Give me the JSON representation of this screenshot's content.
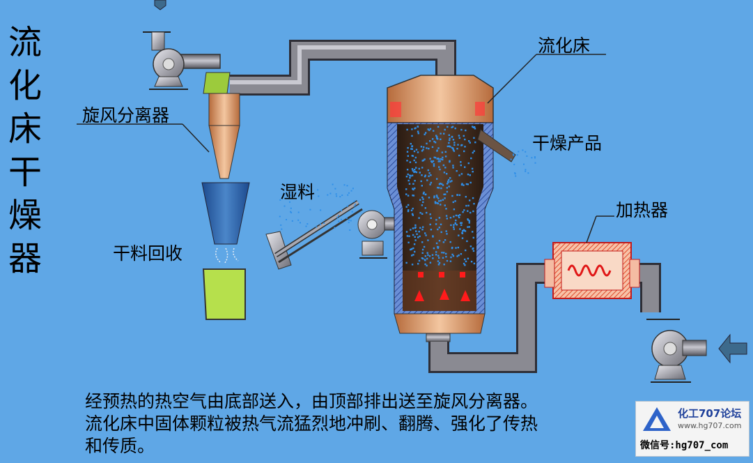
{
  "title": "流化床干燥器",
  "labels": {
    "fluidized_bed": "流化床",
    "cyclone": "旋风分离器",
    "dry_product": "干燥产品",
    "wet_material": "湿料",
    "heater": "加热器",
    "dry_recovery": "干料回收"
  },
  "description": [
    "经预热的热空气由底部送入，由顶部排出送至旋风分离器。",
    "流化床中固体颗粒被热气流猛烈地冲刷、翻腾、强化了传热",
    "和传质。"
  ],
  "watermark": {
    "name": "化工707论坛",
    "url": "www.hg707.com",
    "wechat": "微信号:hg707_com"
  },
  "colors": {
    "background": "#5fa7e6",
    "pipe": "#7d7d85",
    "vessel_copper": "#d99a6e",
    "bed": "#3b2a20",
    "particles": "#2f8fe8",
    "hot_air": "#ff1b1b",
    "collector": "#a8d84a"
  }
}
